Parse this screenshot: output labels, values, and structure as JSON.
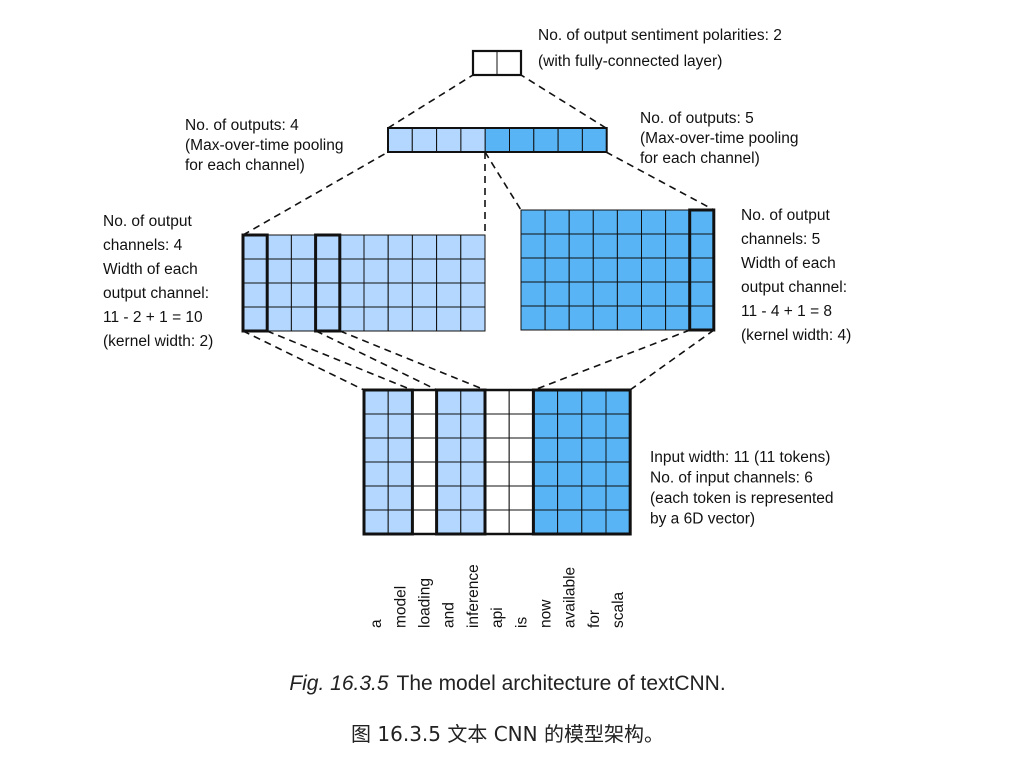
{
  "colors": {
    "light_blue": "#b3d7ff",
    "mid_blue": "#58b4f5",
    "white": "#ffffff",
    "line": "#111111"
  },
  "labels": {
    "sentiment": [
      "No. of output sentiment polarities: 2",
      "(with fully-connected layer)"
    ],
    "pool_left": [
      "No. of outputs: 4",
      "(Max-over-time pooling",
      "for each channel)"
    ],
    "pool_right": [
      "No. of outputs: 5",
      "(Max-over-time pooling",
      "for each channel)"
    ],
    "conv_left": [
      "No. of output",
      "channels: 4",
      "Width of each",
      "output channel:",
      "11 - 2 + 1 = 10",
      "(kernel width: 2)"
    ],
    "conv_right": [
      "No. of output",
      "channels: 5",
      "Width of each",
      "output channel:",
      "11 - 4 + 1 = 8",
      "(kernel width: 4)"
    ],
    "input": [
      "Input width: 11 (11 tokens)",
      "No. of input channels: 6",
      "(each token is represented",
      "by a 6D vector)"
    ]
  },
  "tokens": [
    "a",
    "model",
    "loading",
    "and",
    "inference",
    "api",
    "is",
    "now",
    "available",
    "for",
    "scala"
  ],
  "input_columns": [
    "light",
    "light",
    "white",
    "light",
    "light",
    "white",
    "white",
    "blue",
    "blue",
    "blue",
    "blue"
  ],
  "caption": {
    "figure_number": "Fig. 16.3.5",
    "english": "The model architecture of textCNN.",
    "chinese": "图 16.3.5 文本 CNN 的模型架构。"
  }
}
